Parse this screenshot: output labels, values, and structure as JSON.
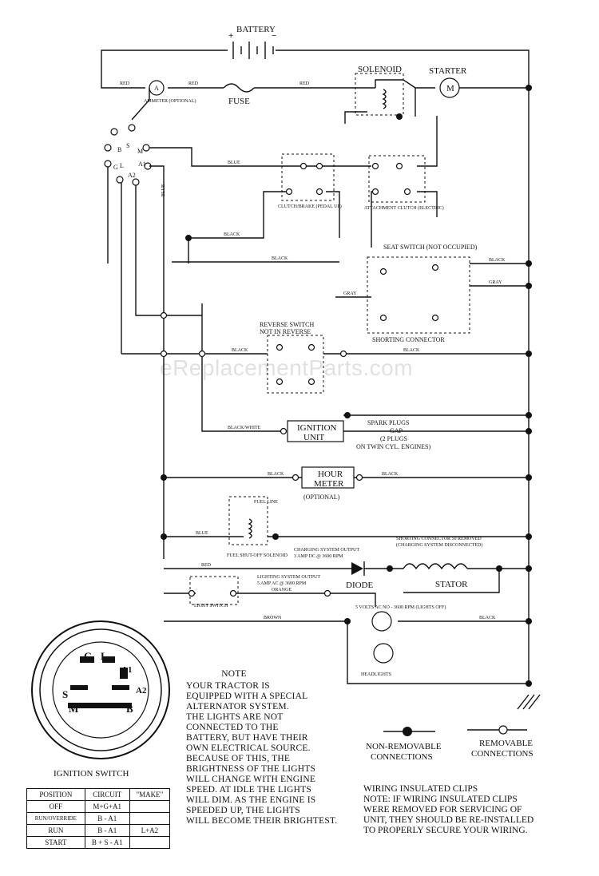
{
  "watermark": "eReplacementParts.com",
  "components": {
    "battery": "BATTERY",
    "solenoid": "SOLENOID",
    "starter": "STARTER",
    "starter_symbol": "M",
    "fuse": "FUSE",
    "ammeter_symbol": "A",
    "ammeter": "AMMETER (OPTIONAL)",
    "clutch_brake": "CLUTCH/BRAKE (PEDAL UP)",
    "attachment_clutch": "ATTACHMENT CLUTCH (ELECTRIC)",
    "seat_switch": "SEAT SWITCH (NOT OCCUPIED)",
    "shorting_connector": "SHORTING CONNECTOR",
    "reverse_switch_line1": "REVERSE SWITCH",
    "reverse_switch_line2": "NOT IN REVERSE",
    "ignition_unit_line1": "IGNITION",
    "ignition_unit_line2": "UNIT",
    "spark_plugs_line1": "SPARK PLUGS",
    "spark_plugs_line2": "GAP",
    "spark_plugs_line3": "(2 PLUGS",
    "spark_plugs_line4": "ON TWIN CYL. ENGINES)",
    "hour_meter_line1": "HOUR",
    "hour_meter_line2": "METER",
    "hour_meter_optional": "(OPTIONAL)",
    "fuel_line": "FUEL LINE",
    "fuel_shutoff": "FUEL SHUT-OFF SOLENOID",
    "charging_output_line1": "CHARGING SYSTEM OUTPUT",
    "charging_output_line2": "3 AMP DC @ 3600 RPM",
    "shorting_disconnected_line1": "SHORTING CONNECTOR 50 REMOVED",
    "shorting_disconnected_line2": "(CHARGING SYSTEM DISCONNECTED)",
    "diode": "DIODE",
    "stator": "STATOR",
    "lighting_output_line1": "LIGHTING SYSTEM OUTPUT",
    "lighting_output_line2": "5 AMP AC @ 3600 RPM",
    "light_switch": "LIGHT SWITCH",
    "volts_ac": "5 VOLTS AC NO - 3600 RPM (LIGHTS OFF)",
    "headlights": "HEADLIGHTS"
  },
  "wires": {
    "red1": "RED",
    "red2": "RED",
    "red3": "RED",
    "red4": "RED",
    "blue1": "BLUE",
    "blue2": "BLUE",
    "blue3": "BLUE",
    "black1": "BLACK",
    "black2": "BLACK",
    "black3": "BLACK",
    "black4": "BLACK",
    "black5": "BLACK",
    "black6": "BLACK",
    "black7": "BLACK",
    "black8": "BLACK",
    "black_white": "BLACK/WHITE",
    "gray1": "GRAY",
    "gray2": "GRAY",
    "orange": "ORANGE",
    "brown": "BROWN"
  },
  "switch_terminals": [
    "B",
    "S",
    "M",
    "G",
    "L",
    "A1",
    "A2"
  ],
  "ignition_switch_terminals": [
    "G",
    "L",
    "A1",
    "A2",
    "S",
    "M",
    "B"
  ],
  "legend": {
    "non_removable_line1": "NON-REMOVABLE",
    "non_removable_line2": "CONNECTIONS",
    "removable_line1": "REMOVABLE",
    "removable_line2": "CONNECTIONS"
  },
  "note": {
    "heading": "NOTE",
    "lines": [
      "YOUR TRACTOR IS",
      "EQUIPPED WITH A SPECIAL",
      "ALTERNATOR SYSTEM.",
      "THE LIGHTS ARE NOT",
      "CONNECTED TO THE",
      "BATTERY, BUT HAVE THEIR",
      "OWN ELECTRICAL SOURCE.",
      "BECAUSE OF THIS, THE",
      "BRIGHTNESS OF THE LIGHTS",
      "WILL CHANGE WITH ENGINE",
      "SPEED.  AT IDLE THE LIGHTS",
      "WILL DIM.  AS THE ENGINE IS",
      "SPEEDED UP, THE LIGHTS",
      "WILL BECOME THEIR BRIGHTEST."
    ]
  },
  "clips_note": {
    "heading": "WIRING INSULATED CLIPS",
    "lines": [
      "NOTE:  IF WIRING INSULATED CLIPS",
      "WERE REMOVED FOR SERVICING OF",
      "UNIT, THEY SHOULD BE RE-INSTALLED",
      "TO PROPERLY SECURE YOUR WIRING."
    ]
  },
  "ignition_switch": {
    "title": "IGNITION SWITCH",
    "headers": [
      "POSITION",
      "CIRCUIT",
      "\"MAKE\""
    ],
    "rows": [
      {
        "position": "OFF",
        "circuit": "M+G+A1",
        "make": ""
      },
      {
        "position": "RUN/OVERRIDE",
        "circuit": "B - A1",
        "make": ""
      },
      {
        "position": "RUN",
        "circuit": "B - A1",
        "make": "L+A2"
      },
      {
        "position": "START",
        "circuit": "B + S - A1",
        "make": ""
      }
    ]
  }
}
